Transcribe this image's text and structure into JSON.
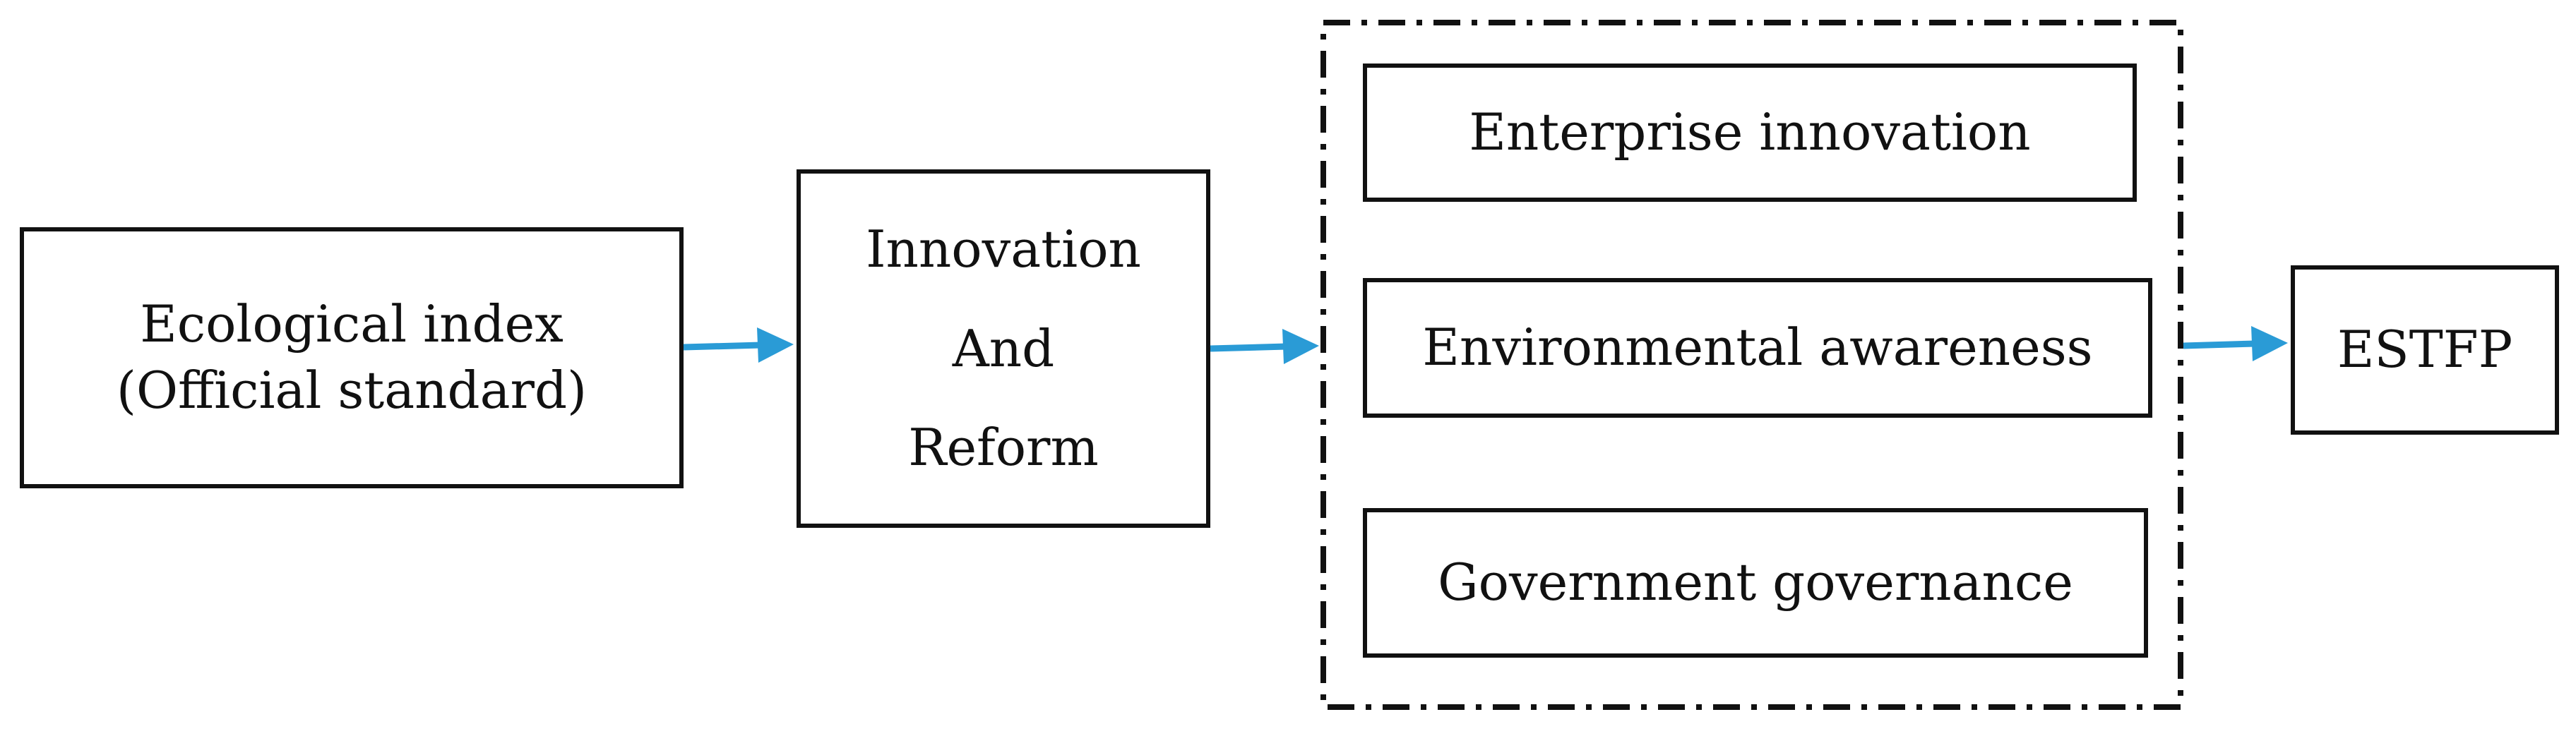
{
  "diagram": {
    "nodes": {
      "ecological": {
        "lines": [
          "Ecological index",
          "(Official standard)"
        ]
      },
      "innovation": {
        "lines": [
          "Innovation",
          "And",
          "Reform"
        ]
      },
      "enterprise": {
        "label": "Enterprise innovation"
      },
      "environment": {
        "label": "Environmental awareness"
      },
      "government": {
        "label": "Government governance"
      },
      "estfp": {
        "label": "ESTFP"
      }
    },
    "edges": [
      {
        "from": "ecological",
        "to": "innovation"
      },
      {
        "from": "innovation",
        "to": "mediator-group"
      },
      {
        "from": "mediator-group",
        "to": "estfp"
      }
    ],
    "colors": {
      "arrow": "#2a9bd6",
      "border": "#111111",
      "text": "#111111"
    }
  }
}
